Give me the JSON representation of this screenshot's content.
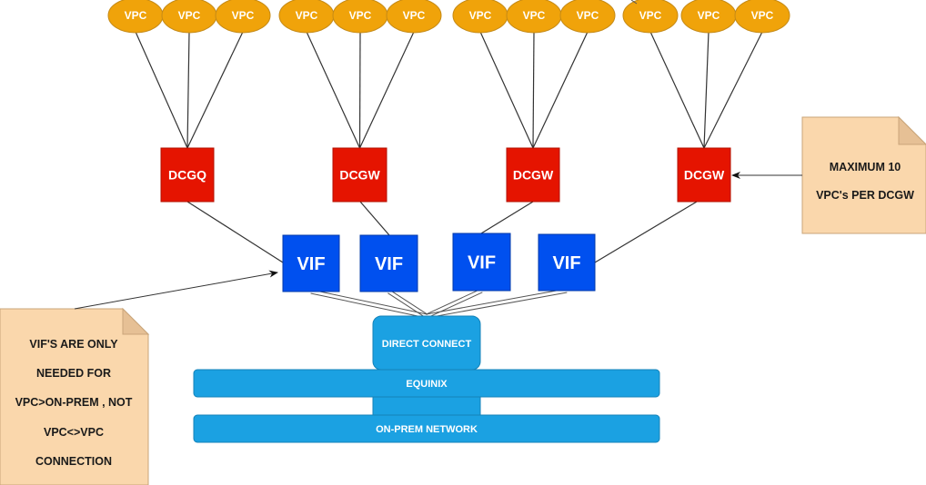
{
  "colors": {
    "vpc_fill": "#f0a30a",
    "vpc_stroke": "#c58a17",
    "gateway_fill": "#e51400",
    "gateway_stroke": "#b31000",
    "vif_fill": "#0050ef",
    "vif_stroke": "#0038a8",
    "network_fill": "#1ba1e2",
    "network_stroke": "#1482b8",
    "note_fill": "#fad7ac",
    "note_stroke": "#c9a57a",
    "edge": "#333333"
  },
  "groups": [
    {
      "gateway": "DCGQ",
      "vpcs": [
        "VPC",
        "VPC",
        "VPC"
      ],
      "vif": "VIF"
    },
    {
      "gateway": "DCGW",
      "vpcs": [
        "VPC",
        "VPC",
        "VPC"
      ],
      "vif": "VIF"
    },
    {
      "gateway": "DCGW",
      "vpcs": [
        "VPC",
        "VPC",
        "VPC"
      ],
      "vif": "VIF"
    },
    {
      "gateway": "DCGW",
      "vpcs": [
        "VPC",
        "VPC",
        "VPC"
      ],
      "vif": "VIF"
    }
  ],
  "direct_connect": "DIRECT CONNECT",
  "equinix": "EQUINIX",
  "on_prem": "ON-PREM NETWORK",
  "notes": {
    "right": [
      "MAXIMUM 10",
      "VPC's PER DCGW"
    ],
    "left": [
      "VIF'S ARE ONLY",
      "NEEDED FOR",
      "VPC>ON-PREM , NOT",
      "VPC<>VPC",
      "CONNECTION"
    ]
  }
}
